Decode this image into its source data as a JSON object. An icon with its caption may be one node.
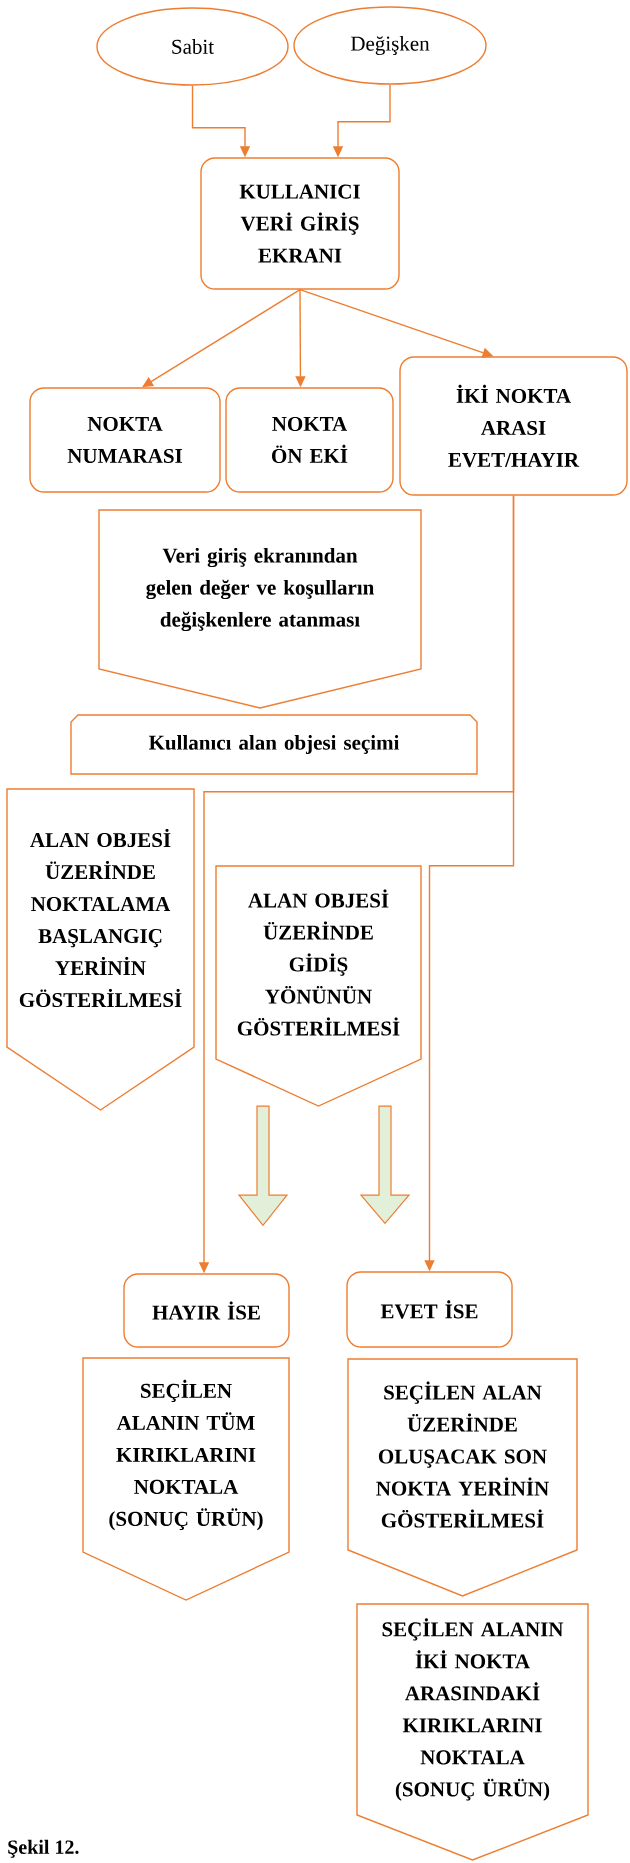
{
  "diagram": {
    "caption": "Şekil 12.",
    "nodes": [
      {
        "text": [
          "Sabit"
        ]
      },
      {
        "text": [
          "Değişken"
        ]
      },
      {
        "text": [
          "KULLANICI VERİ GİRİŞ EKRANI"
        ]
      },
      {
        "text": [
          "NOKTA NUMARASI"
        ]
      },
      {
        "text": [
          "NOKTA ÖN EKİ"
        ]
      },
      {
        "text": [
          "İKİ NOKTA ARASI EVET/HAYIR"
        ]
      },
      {
        "text": [
          "Veri giriş ekranından gelen değer ve koşulların değişkenlere atanması"
        ]
      },
      {
        "text": [
          "Kullanıcı alan objesi seçimi"
        ]
      },
      {
        "text": [
          "ALAN OBJESİ ÜZERİNDE NOKTALAMA BAŞLANGIÇ YERİNİN GÖSTERİLMESİ"
        ]
      },
      {
        "text": [
          "ALAN OBJESİ ÜZERİNDE GİDİŞ YÖNÜNÜN GÖSTERİLMESİ"
        ]
      },
      {
        "text": [
          "HAYIR İSE"
        ]
      },
      {
        "text": [
          "EVET İSE"
        ]
      },
      {
        "text": [
          "SEÇİLEN ALANIN TÜM KIRIKLARINI NOKTALA (SONUÇ ÜRÜN)"
        ]
      },
      {
        "text": [
          "SEÇİLEN ALAN ÜZERİNDE OLUŞACAK SON NOKTA YERİNİN GÖSTERİLMESİ"
        ]
      },
      {
        "text": [
          "SEÇİLEN ALANIN İKİ NOKTA ARASINDAKİ KIRIKLARINI NOKTALA (SONUÇ ÜRÜN)"
        ]
      }
    ],
    "edges": [
      {
        "from": 0,
        "to": 2,
        "arrow": "to"
      },
      {
        "from": 1,
        "to": 2,
        "arrow": "to"
      },
      {
        "from": 2,
        "to": 3,
        "arrow": "to"
      },
      {
        "from": 2,
        "to": 4,
        "arrow": "to"
      },
      {
        "from": 2,
        "to": 5,
        "arrow": "to"
      },
      {
        "from": 5,
        "to": 10,
        "arrow": "to"
      },
      {
        "from": 5,
        "to": 11,
        "arrow": "to"
      },
      {
        "from": 9,
        "to": 10,
        "arrow": "to",
        "style": "thick"
      },
      {
        "from": 9,
        "to": 11,
        "arrow": "to",
        "style": "thick"
      }
    ]
  }
}
